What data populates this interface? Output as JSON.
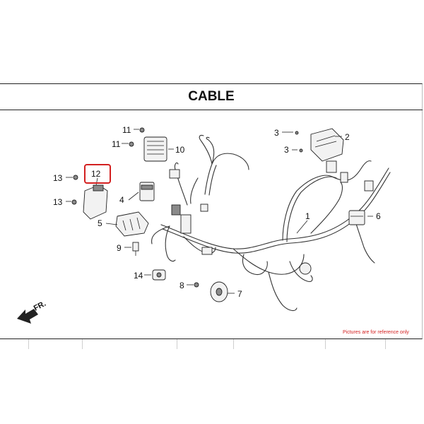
{
  "title": "CABLE",
  "note": "Pictures are for reference only",
  "direction": "FR.",
  "highlight_color": "#d32020",
  "callouts": {
    "c1": "1",
    "c2": "2",
    "c3a": "3",
    "c3b": "3",
    "c4": "4",
    "c5": "5",
    "c6": "6",
    "c7": "7",
    "c8": "8",
    "c9": "9",
    "c10": "10",
    "c11a": "11",
    "c11b": "11",
    "c12": "12",
    "c13a": "13",
    "c13b": "13",
    "c14": "14"
  }
}
